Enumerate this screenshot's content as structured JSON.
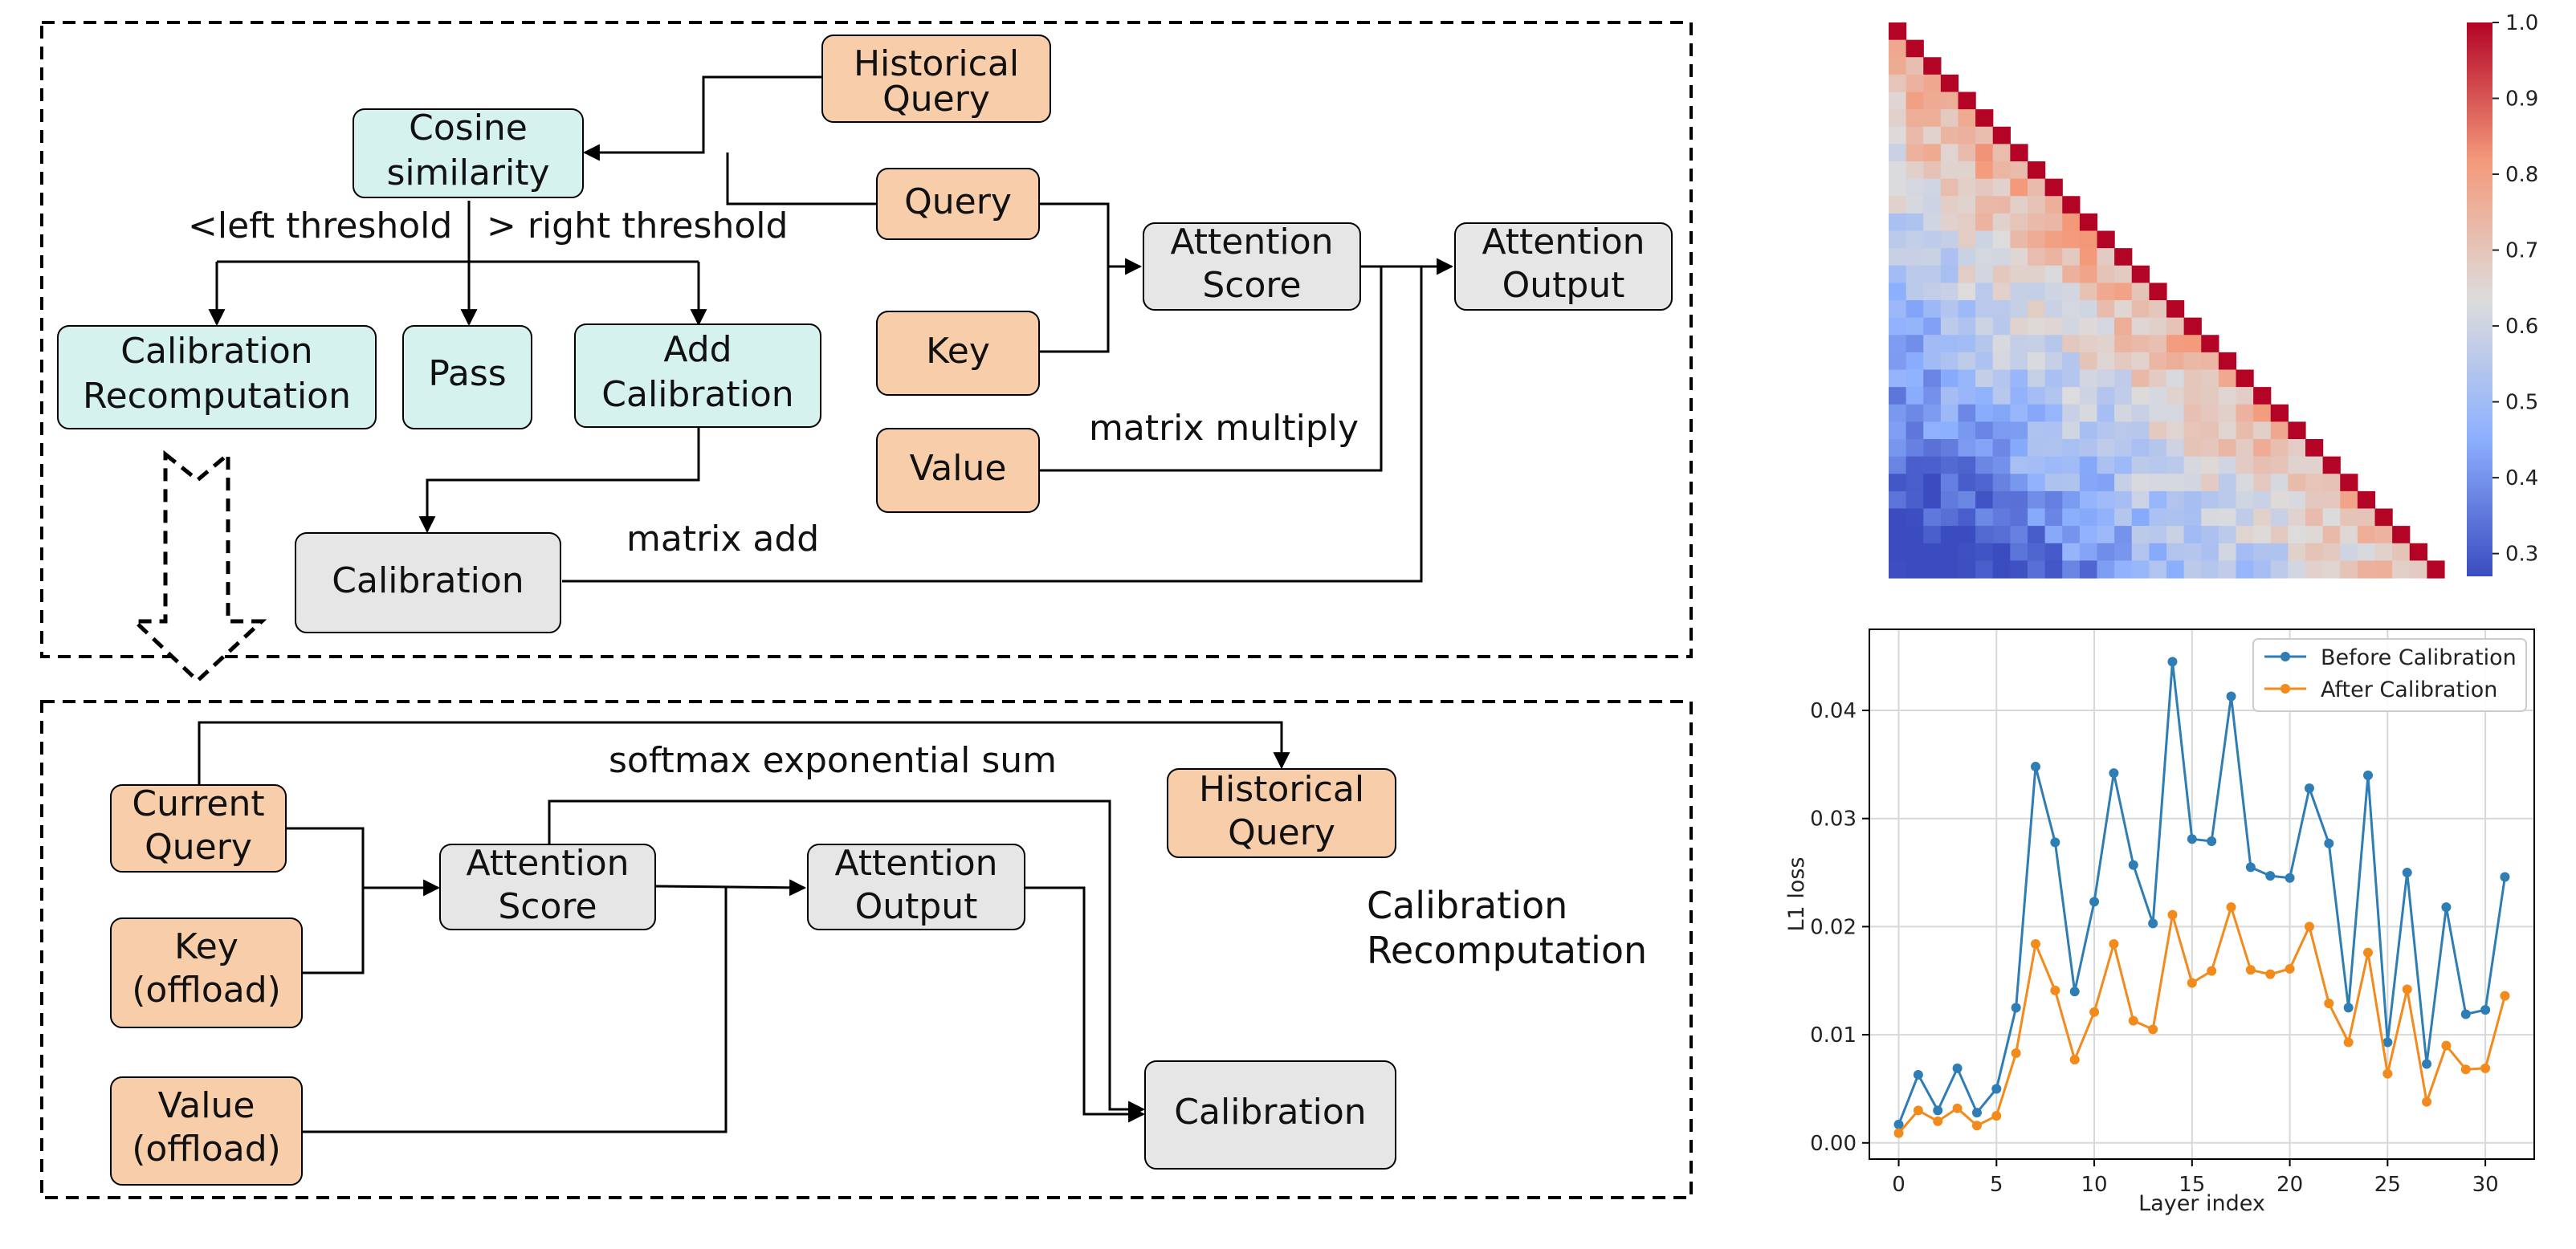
{
  "colors": {
    "orange": "#f8cdaa",
    "cyan": "#d5f2ee",
    "gray": "#e6e6e6",
    "before": "#2e7db4",
    "after": "#f28a1c"
  },
  "top_panel": {
    "historical_query": [
      "Historical",
      "Query"
    ],
    "cosine_similarity": [
      "Cosine",
      "similarity"
    ],
    "query": "Query",
    "key": "Key",
    "value": "Value",
    "attention_score": [
      "Attention",
      "Score"
    ],
    "attention_output": [
      "Attention",
      "Output"
    ],
    "calibration_recomputation": [
      "Calibration",
      "Recomputation"
    ],
    "pass": "Pass",
    "add_calibration": [
      "Add",
      "Calibration"
    ],
    "calibration": "Calibration",
    "left_threshold_label": "<left threshold",
    "right_threshold_label": "> right threshold",
    "matrix_multiply_label": "matrix multiply",
    "matrix_add_label": "matrix add"
  },
  "bottom_panel": {
    "current_query": [
      "Current",
      "Query"
    ],
    "key_offload": [
      "Key",
      "(offload)"
    ],
    "value_offload": [
      "Value",
      "(offload)"
    ],
    "attention_score": [
      "Attention",
      "Score"
    ],
    "attention_output": [
      "Attention",
      "Output"
    ],
    "historical_query": [
      "Historical",
      "Query"
    ],
    "calibration": "Calibration",
    "softmax_label": "softmax exponential sum",
    "panel_label": [
      "Calibration",
      "Recomputation"
    ]
  },
  "heatmap": {
    "colorbar_ticks": [
      "1.0",
      "0.9",
      "0.8",
      "0.7",
      "0.6",
      "0.5",
      "0.4",
      "0.3"
    ],
    "range": [
      0.27,
      1.0
    ],
    "size": 32
  },
  "chart_data": {
    "type": "line",
    "title": "",
    "xlabel": "Layer index",
    "ylabel": "L1 loss",
    "xlim": [
      -1.5,
      32.5
    ],
    "ylim": [
      -0.0015,
      0.0475
    ],
    "xticks": [
      "0",
      "5",
      "10",
      "15",
      "20",
      "25",
      "30"
    ],
    "yticks": [
      "0.00",
      "0.01",
      "0.02",
      "0.03",
      "0.04"
    ],
    "grid": true,
    "legend_position": "top-right",
    "x": [
      0,
      1,
      2,
      3,
      4,
      5,
      6,
      7,
      8,
      9,
      10,
      11,
      12,
      13,
      14,
      15,
      16,
      17,
      18,
      19,
      20,
      21,
      22,
      23,
      24,
      25,
      26,
      27,
      28,
      29,
      30,
      31
    ],
    "series": [
      {
        "name": "Before Calibration",
        "values": [
          0.0017,
          0.0063,
          0.003,
          0.0069,
          0.0028,
          0.005,
          0.0125,
          0.0348,
          0.0278,
          0.014,
          0.0223,
          0.0342,
          0.0257,
          0.0203,
          0.0445,
          0.0281,
          0.0279,
          0.0413,
          0.0255,
          0.0247,
          0.0245,
          0.0328,
          0.0277,
          0.0125,
          0.034,
          0.0093,
          0.025,
          0.0073,
          0.0218,
          0.0119,
          0.0123,
          0.0246
        ]
      },
      {
        "name": "After Calibration",
        "values": [
          0.0009,
          0.003,
          0.002,
          0.0032,
          0.0016,
          0.0025,
          0.0083,
          0.0184,
          0.0141,
          0.0077,
          0.0121,
          0.0184,
          0.0113,
          0.0105,
          0.0211,
          0.0148,
          0.0159,
          0.0218,
          0.016,
          0.0156,
          0.0161,
          0.02,
          0.0129,
          0.0093,
          0.0176,
          0.0064,
          0.0142,
          0.0038,
          0.009,
          0.0068,
          0.0069,
          0.0136
        ]
      }
    ]
  }
}
